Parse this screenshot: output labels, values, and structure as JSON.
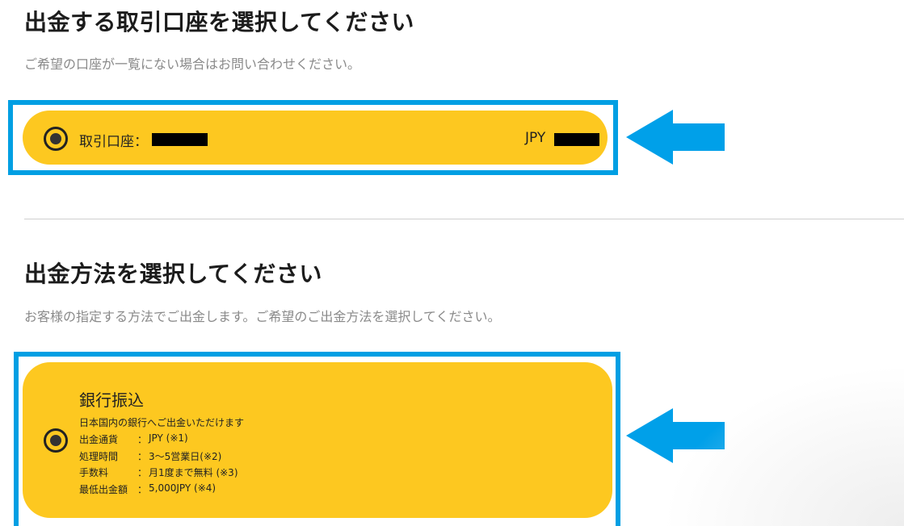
{
  "account_section": {
    "title": "出金する取引口座を選択してください",
    "subtitle": "ご希望の口座が一覧にない場合はお問い合わせください。",
    "account": {
      "label": "取引口座：",
      "currency": "JPY"
    }
  },
  "method_section": {
    "title": "出金方法を選択してください",
    "subtitle": "お客様の指定する方法でご出金します。ご希望のご出金方法を選択してください。",
    "method": {
      "name": "銀行振込",
      "description": "日本国内の銀行へご出金いただけます",
      "rows": [
        {
          "key": "出金通貨",
          "value": "JPY (※1)"
        },
        {
          "key": "処理時間",
          "value": "3〜5営業日(※2)"
        },
        {
          "key": "手数料",
          "value": "月1度まで無料 (※3)"
        },
        {
          "key": "最低出金額",
          "value": "5,000JPY (※4)"
        }
      ],
      "separator": "："
    }
  },
  "colors": {
    "card": "#fdc820",
    "highlight": "#009fe3",
    "arrow": "#00a0e9"
  },
  "icons": {
    "radio": "radio-selected-icon",
    "arrow": "left-arrow-icon"
  }
}
